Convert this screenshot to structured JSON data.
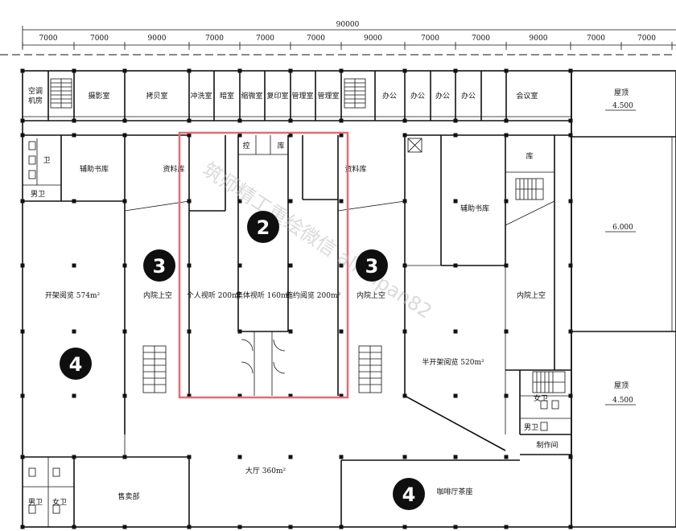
{
  "dimensions": {
    "total": "90000",
    "spans": [
      "7000",
      "7000",
      "9000",
      "7000",
      "7000",
      "7000",
      "9000",
      "7000",
      "7000",
      "9000",
      "7000",
      "7000"
    ]
  },
  "rooms": {
    "air_con": "空调",
    "air_con2": "机房",
    "photo": "摄影室",
    "copy": "拷贝室",
    "wash": "冲洗室",
    "dark": "暗室",
    "micro": "缩微室",
    "repro": "复印室",
    "mgmt1": "管理室",
    "mgmt2": "管理室",
    "office1": "办公",
    "office2": "办公",
    "office3": "办公",
    "office4": "办公",
    "meeting": "会议室",
    "roof1": "屋顶",
    "roof1_lvl": "4.500",
    "aux_stack_l": "辅助书库",
    "archive_l": "资料库",
    "ctrl": "控",
    "store_c": "库",
    "archive_r": "资料库",
    "aux_stack_r": "辅助书库",
    "store_r": "库",
    "level_6": "6.000",
    "men_wc_top": "男卫",
    "wc_top": "卫",
    "open_reading": "开架阅览 574m²",
    "courtyard_l": "内院上空",
    "personal_av": "个人视听 200m²",
    "group_av": "集体视听 160m²",
    "reserved_reading": "缩约阅览 200m²",
    "courtyard_c": "内院上空",
    "semi_open": "半开架阅览 520m²",
    "courtyard_r": "内院上空",
    "roof2": "屋顶",
    "roof2_lvl": "4.500",
    "women_wc": "女卫",
    "men_wc": "男卫",
    "workshop": "制作间",
    "hall": "大厅 360m²",
    "sales": "售卖部",
    "cafe": "咖啡厅茶座",
    "men_wc_bot": "男卫",
    "women_wc_bot": "女卫"
  },
  "badges": {
    "b2": "2",
    "b3a": "3",
    "b3b": "3",
    "b4a": "4",
    "b4b": "4"
  },
  "watermark": "筑师精工重绘微信 allenpan82",
  "colors": {
    "highlight": "#e46b78",
    "line": "#111111",
    "badge": "#0f0f0f"
  }
}
